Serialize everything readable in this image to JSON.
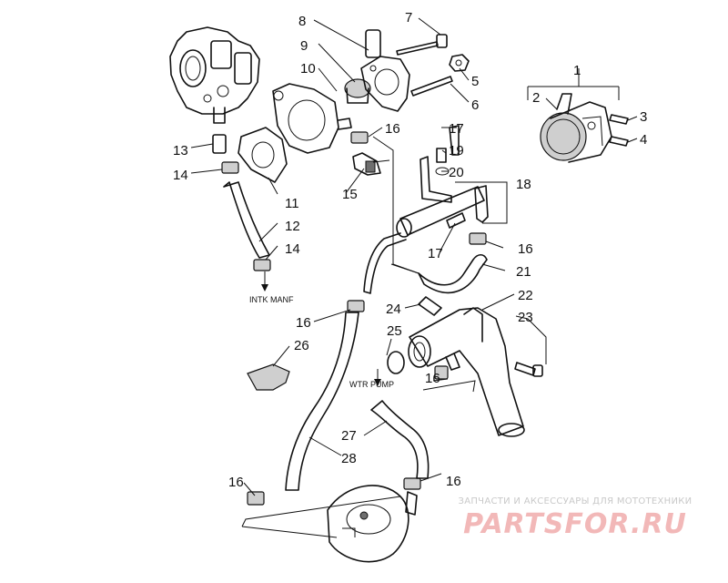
{
  "diagram": {
    "callouts": [
      "1",
      "2",
      "3",
      "4",
      "5",
      "6",
      "7",
      "8",
      "9",
      "10",
      "11",
      "12",
      "13",
      "14",
      "14",
      "15",
      "16",
      "16",
      "16",
      "16",
      "16",
      "16",
      "17",
      "17",
      "18",
      "19",
      "20",
      "21",
      "22",
      "23",
      "24",
      "25",
      "26",
      "27",
      "28"
    ],
    "notes": {
      "intake_manifold": "INTK MANF",
      "water_pump": "WTR PUMP"
    }
  },
  "watermark": {
    "caption": "ЗАПЧАСТИ И АКСЕССУАРЫ ДЛЯ МОТОТЕХНИКИ",
    "logo": "PARTSFOR.RU"
  }
}
